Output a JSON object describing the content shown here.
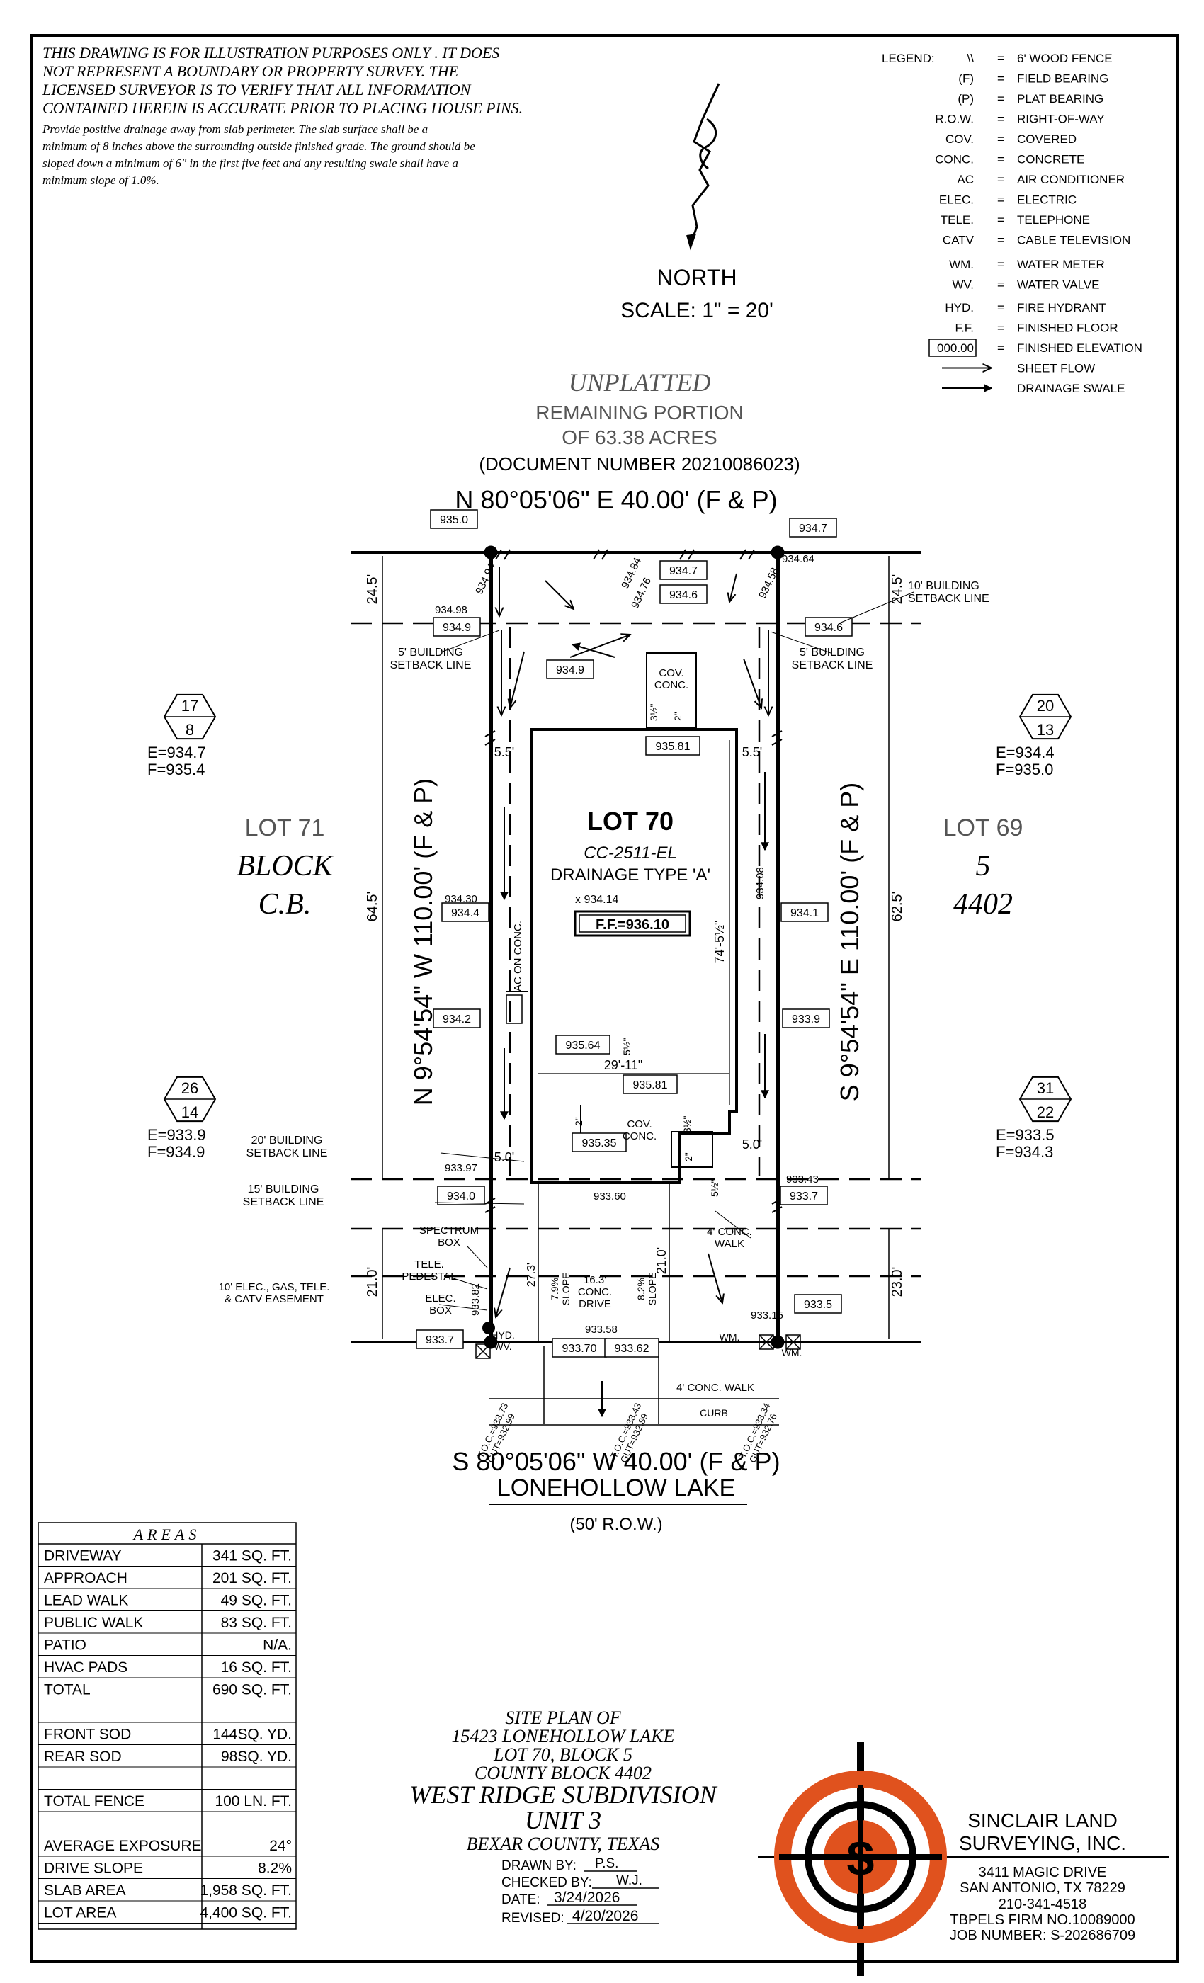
{
  "disclaimer": {
    "line1": "THIS DRAWING IS FOR ILLUSTRATION PURPOSES ONLY . IT DOES",
    "line2": "NOT REPRESENT A BOUNDARY OR PROPERTY SURVEY. THE",
    "line3": "LICENSED SURVEYOR IS TO VERIFY THAT ALL INFORMATION",
    "line4": "CONTAINED HEREIN IS ACCURATE PRIOR TO PLACING HOUSE PINS.",
    "drain1": "Provide positive drainage away from slab perimeter. The slab surface shall be a",
    "drain2": "minimum of 8 inches above the surrounding outside finished grade. The ground should be",
    "drain3": "sloped down a minimum of 6\" in the first five feet and any resulting swale shall have a",
    "drain4": "minimum slope of 1.0%."
  },
  "north": {
    "label": "NORTH",
    "scale": "SCALE:  1\"  =  20'"
  },
  "legend": {
    "title": "LEGEND:",
    "items": [
      {
        "sym": "\\\\",
        "eq": "=",
        "desc": "6' WOOD FENCE"
      },
      {
        "sym": "(F)",
        "eq": "=",
        "desc": "FIELD BEARING"
      },
      {
        "sym": "(P)",
        "eq": "=",
        "desc": "PLAT BEARING"
      },
      {
        "sym": "R.O.W.",
        "eq": "=",
        "desc": "RIGHT-OF-WAY"
      },
      {
        "sym": "COV.",
        "eq": "=",
        "desc": "COVERED"
      },
      {
        "sym": "CONC.",
        "eq": "=",
        "desc": "CONCRETE"
      },
      {
        "sym": "AC",
        "eq": "=",
        "desc": "AIR CONDITIONER"
      },
      {
        "sym": "ELEC.",
        "eq": "=",
        "desc": "ELECTRIC"
      },
      {
        "sym": "TELE.",
        "eq": "=",
        "desc": "TELEPHONE"
      },
      {
        "sym": "CATV",
        "eq": "=",
        "desc": "CABLE TELEVISION"
      },
      {
        "sym": "WM.",
        "eq": "=",
        "desc": "WATER METER"
      },
      {
        "sym": "WV.",
        "eq": "=",
        "desc": "WATER VALVE"
      },
      {
        "sym": "HYD.",
        "eq": "=",
        "desc": "FIRE HYDRANT"
      },
      {
        "sym": "F.F.",
        "eq": "=",
        "desc": "FINISHED FLOOR"
      },
      {
        "sym": "000.00",
        "eq": "=",
        "desc": "FINISHED ELEVATION"
      },
      {
        "sym": "",
        "eq": "",
        "desc": "SHEET FLOW"
      },
      {
        "sym": "",
        "eq": "",
        "desc": "DRAINAGE SWALE"
      }
    ]
  },
  "unplatted": {
    "title": "UNPLATTED",
    "line2": "REMAINING PORTION",
    "line3": "OF 63.38 ACRES",
    "doc": "(DOCUMENT NUMBER 20210086023)"
  },
  "bearings": {
    "north": "N 80°05'06\" E 40.00' (F & P)",
    "south": "S 80°05'06\" W 40.00' (F & P)",
    "west": "N 9°54'54\" W 110.00' (F & P)",
    "east": "S 9°54'54\" E 110.00' (F & P)"
  },
  "street": {
    "name": "LONEHOLLOW LAKE",
    "row": "(50' R.O.W.)"
  },
  "lot": {
    "title": "LOT 70",
    "plan": "CC-2511-EL",
    "drainage": "DRAINAGE TYPE 'A'",
    "ff": "F.F.=936.10",
    "elev_center": "x 934.14"
  },
  "neighbors": {
    "lot71": "LOT 71",
    "block": "BLOCK",
    "cb": "C.B.",
    "lot69": "LOT 69",
    "five": "5",
    "cb_num": "4402"
  },
  "hexes": [
    {
      "top": "17",
      "bot": "8",
      "e": "E=934.7",
      "f": "F=935.4"
    },
    {
      "top": "20",
      "bot": "13",
      "e": "E=934.4",
      "f": "F=935.0"
    },
    {
      "top": "26",
      "bot": "14",
      "e": "E=933.9",
      "f": "F=934.9"
    },
    {
      "top": "31",
      "bot": "22",
      "e": "E=933.5",
      "f": "F=934.3"
    }
  ],
  "elevations_boxed": [
    "935.0",
    "934.7",
    "934.9",
    "934.6",
    "934.7",
    "934.6",
    "934.9",
    "935.81",
    "934.4",
    "934.1",
    "934.2",
    "935.64",
    "933.9",
    "935.81",
    "935.35",
    "934.0",
    "933.7",
    "933.7",
    "933.70",
    "933.62",
    "933.5"
  ],
  "elevations_plain": [
    "934.94",
    "934.84",
    "934.76",
    "934.64",
    "934.58",
    "934.98",
    "934.30",
    "934.08",
    "933.97",
    "933.60",
    "933.43",
    "933.15",
    "933.58",
    "933.82"
  ],
  "dims": {
    "top_setback": "24.5'",
    "top_setback_r": "24.5'",
    "side_l": "5.5'",
    "side_r": "5.5'",
    "left_64": "64.5'",
    "right_62": "62.5'",
    "front_l": "21.0'",
    "front_r": "23.0'",
    "rear_5l": "5.0'",
    "rear_5r": "5.0'",
    "house_w": "29'-11\"",
    "house_d": "74'-5½\"",
    "drive_21": "21.0'",
    "drive_27": "27.3'",
    "slope1": "7.9%\nSLOPE",
    "slope2": "8.2%\nSLOPE",
    "dim_3h": "3½\"",
    "dim_2a": "2\"",
    "dim_5h": "5½\"",
    "dim_3h2": "3½\"",
    "dim_2b": "2\"",
    "dim_2c": "2\"",
    "dim_5h2": "5½\""
  },
  "labels": {
    "setback10": "10' BUILDING\nSETBACK LINE",
    "setback5l": "5' BUILDING\nSETBACK LINE",
    "setback5r": "5' BUILDING\nSETBACK LINE",
    "setback20": "20' BUILDING\nSETBACK LINE",
    "setback15": "15' BUILDING\nSETBACK LINE",
    "cov_conc_top": "COV.\nCONC.",
    "cov_conc_bot": "COV.\nCONC.",
    "ac_on_conc": "AC ON CONC.",
    "spectrum": "SPECTRUM\nBOX",
    "tele": "TELE.\nPEDESTAL",
    "easement": "10' ELEC., GAS, TELE.\n& CATV EASEMENT",
    "elec_box": "ELEC.\nBOX",
    "conc_drive": "16.3'\nCONC.\nDRIVE",
    "conc_walk4": "4' CONC.\nWALK",
    "conc_walk_bottom": "4' CONC. WALK",
    "curb": "CURB",
    "hyd": "HYD.\nWV.",
    "wm_l": "WM.",
    "wm_r": "WM.",
    "toc1": "T.O.C.=933.73\nGUT=932.99",
    "toc2": "T.O.C.=933.43\nGUT=932.89",
    "toc3": "T.O.C.=933.34\nGUT=932.76"
  },
  "areas": {
    "title": "AREAS",
    "rows": [
      {
        "k": "DRIVEWAY",
        "v": "341 SQ. FT."
      },
      {
        "k": "APPROACH",
        "v": "201 SQ. FT."
      },
      {
        "k": "LEAD WALK",
        "v": "49 SQ. FT."
      },
      {
        "k": "PUBLIC WALK",
        "v": "83 SQ. FT."
      },
      {
        "k": "PATIO",
        "v": "N/A."
      },
      {
        "k": "HVAC PADS",
        "v": "16 SQ. FT."
      },
      {
        "k": "TOTAL",
        "v": "690 SQ. FT."
      },
      {
        "k": "",
        "v": ""
      },
      {
        "k": "FRONT SOD",
        "v": "144SQ. YD."
      },
      {
        "k": "REAR SOD",
        "v": "98SQ. YD."
      },
      {
        "k": "",
        "v": ""
      },
      {
        "k": "TOTAL FENCE",
        "v": "100 LN. FT."
      },
      {
        "k": "",
        "v": ""
      },
      {
        "k": "AVERAGE EXPOSURE",
        "v": "24°"
      },
      {
        "k": "DRIVE SLOPE",
        "v": "8.2%"
      },
      {
        "k": "SLAB AREA",
        "v": "1,958 SQ. FT."
      },
      {
        "k": "LOT AREA",
        "v": "4,400 SQ. FT."
      }
    ]
  },
  "title_block": {
    "l1": "SITE PLAN OF",
    "l2": "15423 LONEHOLLOW LAKE",
    "l3": "LOT 70, BLOCK 5",
    "l4": "COUNTY BLOCK 4402",
    "l5": "WEST RIDGE SUBDIVISION",
    "l6": "UNIT 3",
    "l7": "BEXAR COUNTY, TEXAS",
    "drawn_label": "DRAWN BY:",
    "drawn": "P.S.",
    "checked_label": "CHECKED BY:",
    "checked": "W.J.",
    "date_label": "DATE:",
    "date": "3/24/2026",
    "revised_label": "REVISED:",
    "revised": "4/20/2026"
  },
  "company": {
    "name1": "SINCLAIR LAND",
    "name2": "SURVEYING, INC.",
    "addr1": "3411 MAGIC DRIVE",
    "addr2": "SAN ANTONIO, TX 78229",
    "phone": "210-341-4518",
    "firm": "TBPELS FIRM NO.10089000",
    "job": "JOB NUMBER: S-202686709",
    "logo_letter": "$"
  },
  "colors": {
    "logo_orange": "#e0521e",
    "ink": "#000000"
  }
}
